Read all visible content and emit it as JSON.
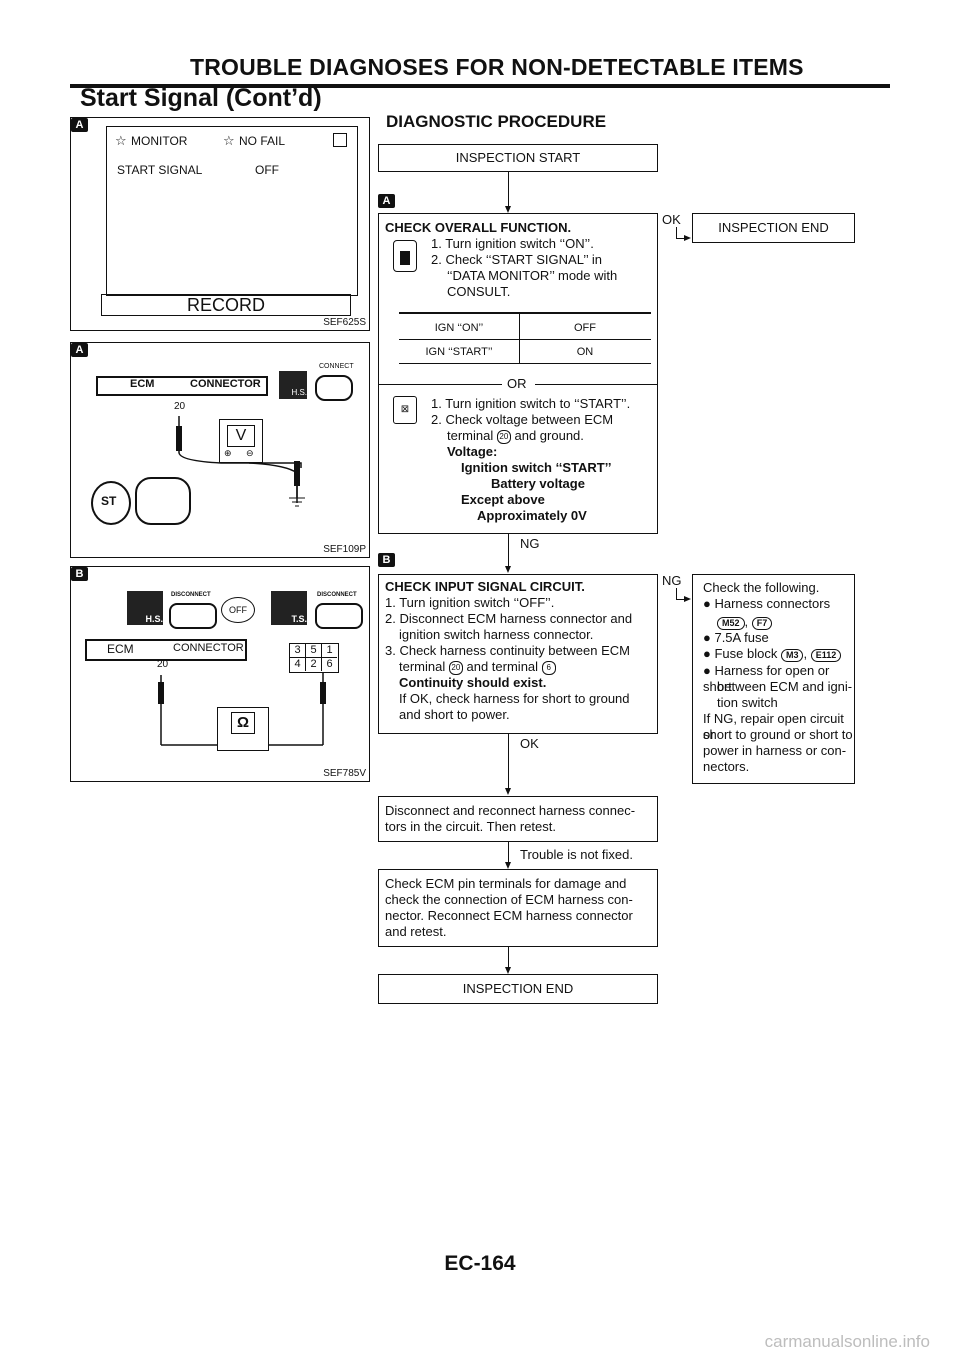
{
  "header": {
    "title": "TROUBLE DIAGNOSES FOR NON-DETECTABLE ITEMS",
    "subtitle": "Start Signal (Cont’d)"
  },
  "procedure_title": "DIAGNOSTIC PROCEDURE",
  "figures": {
    "fig1": {
      "marker": "A",
      "monitor": "MONITOR",
      "no_fail": "NO FAIL",
      "item": "START SIGNAL",
      "value": "OFF",
      "record": "RECORD",
      "code": "SEF625S"
    },
    "fig2": {
      "marker": "A",
      "ecm": "ECM",
      "connector": "CONNECTOR",
      "hs": "H.S.",
      "connect": "CONNECT",
      "pin": "20",
      "meter": "V",
      "st": "ST",
      "code": "SEF109P"
    },
    "fig3": {
      "marker": "B",
      "hs": "H.S.",
      "ts": "T.S.",
      "disconnect": "DISCONNECT",
      "off": "OFF",
      "ecm": "ECM",
      "connector": "CONNECTOR",
      "pin": "20",
      "pins_top": [
        "3",
        "5",
        "1"
      ],
      "pins_bottom": [
        "4",
        "2",
        "6"
      ],
      "meter": "Ω",
      "code": "SEF785V"
    }
  },
  "flow": {
    "start": "INSPECTION START",
    "step_a_marker": "A",
    "step_b_marker": "B",
    "check_overall": {
      "title": "CHECK OVERALL FUNCTION.",
      "line1": "1. Turn ignition switch ‘‘ON’’.",
      "line2": "2. Check ‘‘START SIGNAL’’ in",
      "line3": "‘‘DATA MONITOR’’ mode with",
      "line4": "CONSULT.",
      "table": [
        {
          "cond": "IGN ‘‘ON’’",
          "val": "OFF"
        },
        {
          "cond": "IGN ‘‘START’’",
          "val": "ON"
        }
      ],
      "or": "OR",
      "alt1": "1. Turn ignition switch to ‘‘START’’.",
      "alt2": "2. Check voltage between ECM",
      "alt3a": "terminal",
      "alt3_term": "20",
      "alt3b": "and ground.",
      "voltage": "Voltage:",
      "ign_start": "Ignition switch ‘‘START’’",
      "battery": "Battery voltage",
      "except": "Except above",
      "approx": "Approximately 0V"
    },
    "ok_label": "OK",
    "ng_label": "NG",
    "inspection_end_1": "INSPECTION END",
    "check_input": {
      "title": "CHECK INPUT SIGNAL CIRCUIT.",
      "l1": "1. Turn ignition switch ‘‘OFF’’.",
      "l2": "2. Disconnect ECM harness connector and",
      "l3": "ignition switch harness connector.",
      "l4": "3. Check harness continuity between ECM",
      "l5a": "terminal",
      "l5_term1": "20",
      "l5b": "and terminal",
      "l5_term2": "6",
      "l6": "Continuity should exist.",
      "l7": "If OK, check harness for short to ground",
      "l8": "and short to power."
    },
    "ng2_label": "NG",
    "ok2_label": "OK",
    "check_following": {
      "title": "Check the following.",
      "b1": "Harness connectors",
      "c1": "M52",
      "c2": "F7",
      "b2": "7.5A fuse",
      "b3": "Fuse block",
      "c3": "M3",
      "c4": "E112",
      "b4a": "Harness for open or short",
      "b4b": "between ECM and igni-",
      "b4c": "tion switch",
      "t1": "If NG, repair open circuit or",
      "t2": "short to ground or short to",
      "t3": "power in harness or con-",
      "t4": "nectors."
    },
    "disconnect_box": {
      "l1": "Disconnect and reconnect harness connec-",
      "l2": "tors in the circuit. Then retest."
    },
    "not_fixed": "Trouble is not fixed.",
    "check_ecm_pins": {
      "l1": "Check ECM pin terminals for damage and",
      "l2": "check the connection of ECM harness con-",
      "l3": "nector. Reconnect ECM harness connector",
      "l4": "and retest."
    },
    "inspection_end_2": "INSPECTION END"
  },
  "footer": "EC-164",
  "watermark": "carmanualsonline.info"
}
